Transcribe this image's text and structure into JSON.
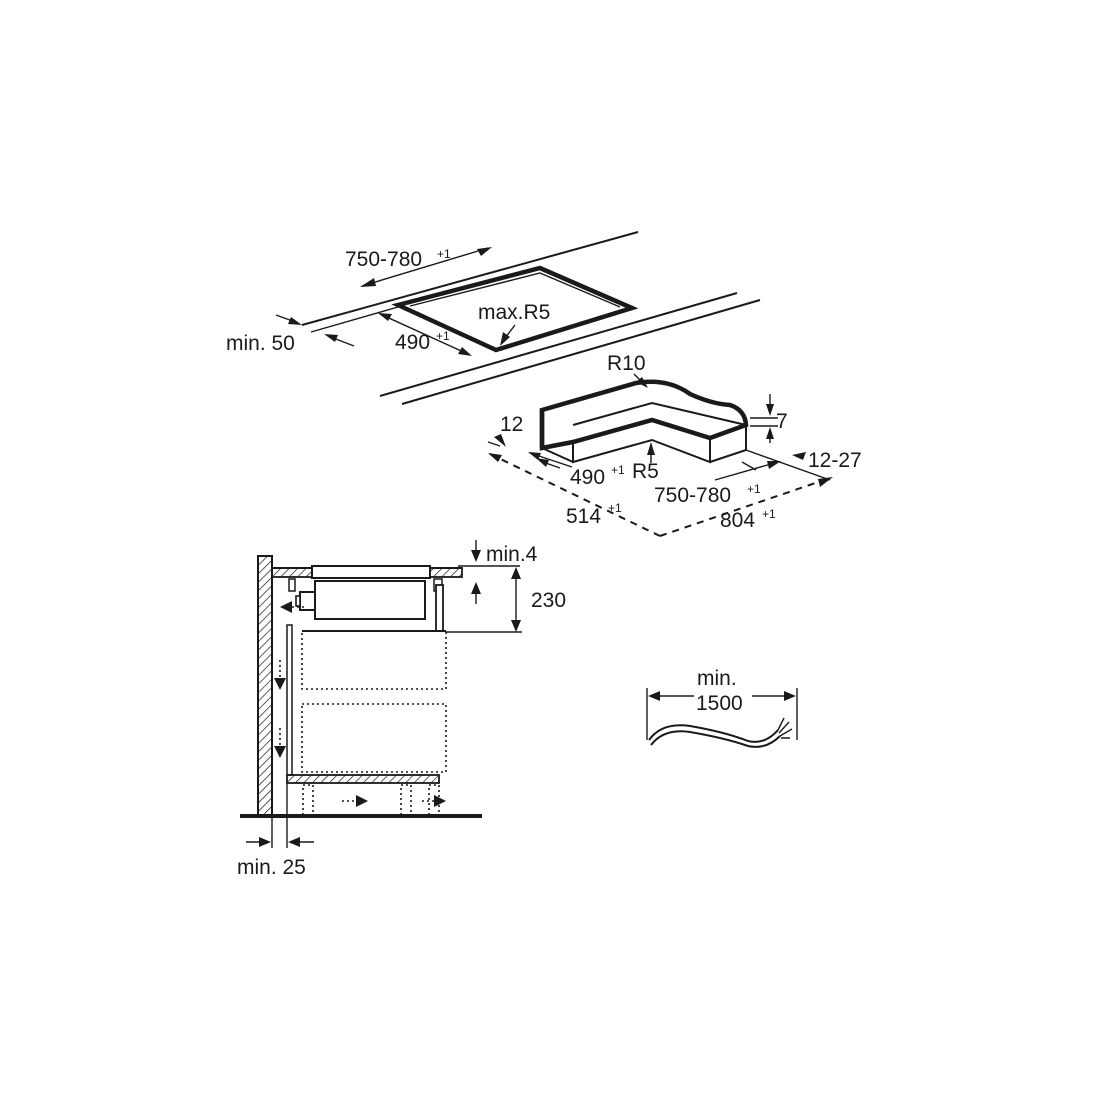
{
  "cutout_view": {
    "width_label": "750-780",
    "width_tol": "+1",
    "depth_label": "490",
    "depth_tol": "+1",
    "radius_label": "max.R5",
    "edge_min_label": "min. 50"
  },
  "frame_view": {
    "radius_top_label": "R10",
    "radius_inner_label": "R5",
    "edge_label": "12",
    "height_label": "7",
    "range_label": "12-27",
    "depth_label": "490",
    "depth_tol": "+1",
    "width_label": "750-780",
    "width_tol": "+1",
    "outer_depth_label": "514",
    "outer_depth_tol": "+1",
    "outer_width_label": "804",
    "outer_width_tol": "+1"
  },
  "section_view": {
    "gap_label": "min.4",
    "height_label": "230",
    "wall_gap_label": "min. 25"
  },
  "cable_view": {
    "min_label": "min.",
    "length_label": "1500"
  }
}
